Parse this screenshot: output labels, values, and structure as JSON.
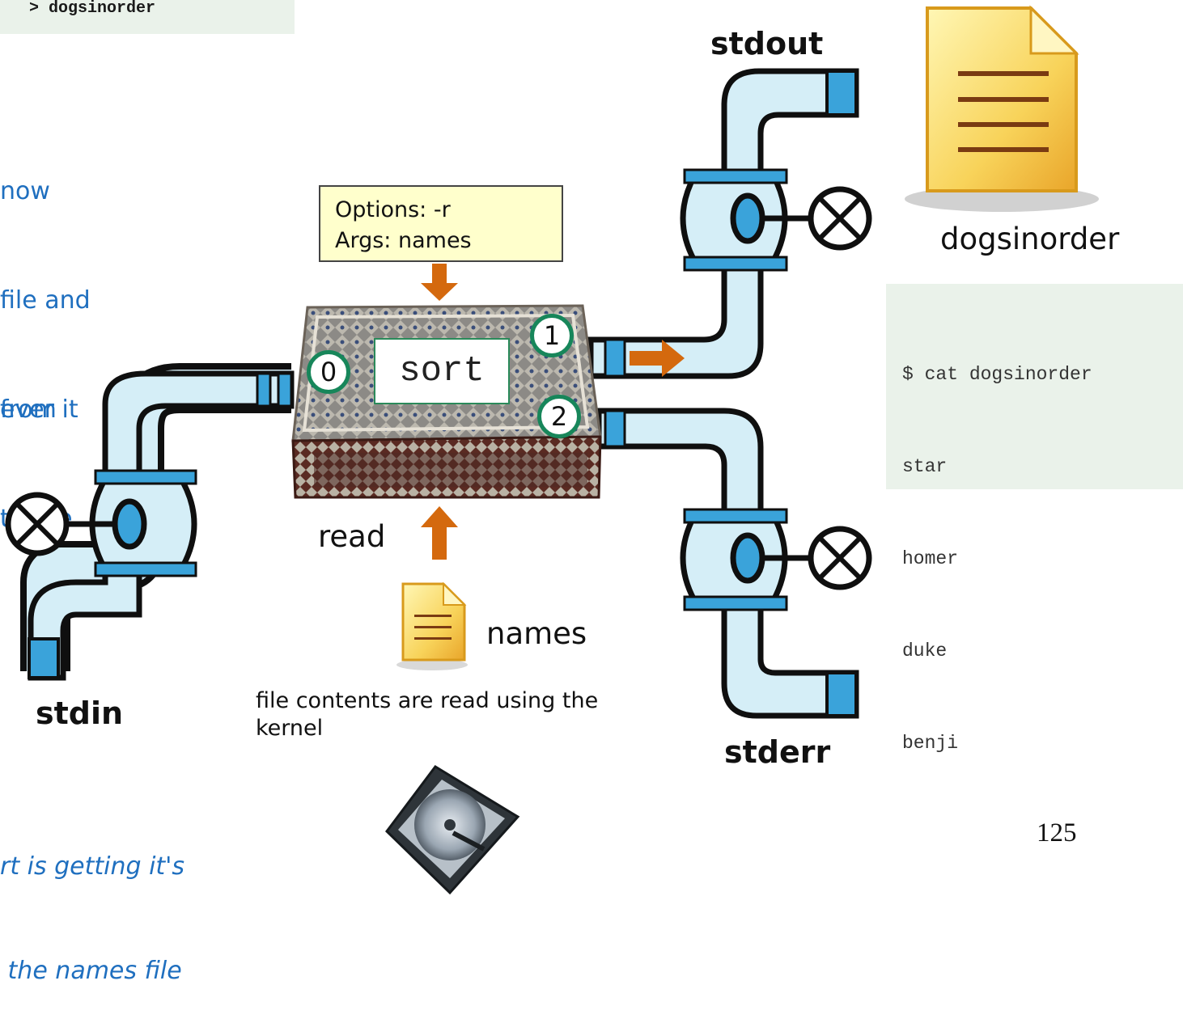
{
  "command": {
    "text": "> dogsinorder"
  },
  "left_text": {
    "paragraph1_lines": [
      "now",
      "file and",
      "ever it",
      "ut the"
    ],
    "paragraph2_lines": [
      "from",
      "to"
    ],
    "italic_lines": [
      "rt is getting it's",
      " the names file"
    ]
  },
  "streams": {
    "stdout": "stdout",
    "stdin": "stdin",
    "stderr": "stderr"
  },
  "options_box": {
    "options": "Options: -r",
    "args": "Args: names"
  },
  "sort_box": {
    "label": "sort"
  },
  "file_descriptors": {
    "fd0": "0",
    "fd1": "1",
    "fd2": "2"
  },
  "labels": {
    "read": "read",
    "names": "names",
    "dogsinorder": "dogsinorder"
  },
  "names_caption": "file contents are  read using the kernel",
  "output": {
    "lines": [
      "$ cat dogsinorder",
      "star",
      "homer",
      "duke",
      "benji"
    ]
  },
  "page_number": "125",
  "colors": {
    "pipe_fill": "#d5eef7",
    "pipe_band": "#3aa3da",
    "arrow": "#d4690e",
    "text_blue": "#1f6fbf",
    "fd_ring": "#17865a",
    "note_fill": "#ffffcc"
  },
  "icons": [
    "document-icon",
    "hard-drive-icon",
    "valve-icon",
    "arrow-icon"
  ]
}
